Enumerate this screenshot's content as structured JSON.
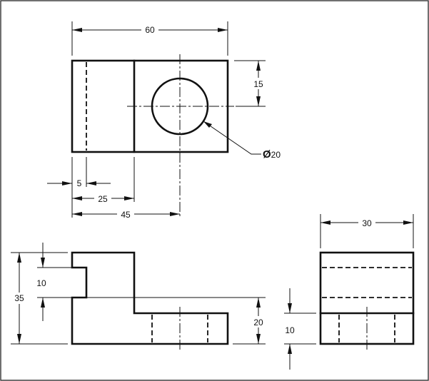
{
  "dimensions": {
    "top_width": "60",
    "hole_offset": "15",
    "hole_diameter": "20",
    "slot_offset": "5",
    "step_length": "25",
    "hole_center": "45",
    "side_depth": "30",
    "notch_height": "10",
    "overall_height": "35",
    "step_height": "20",
    "right_base_height": "10"
  },
  "symbols": {
    "diameter": "Ø"
  },
  "colors": {
    "line": "#111111",
    "background": "#ffffff",
    "frame": "#333333"
  }
}
